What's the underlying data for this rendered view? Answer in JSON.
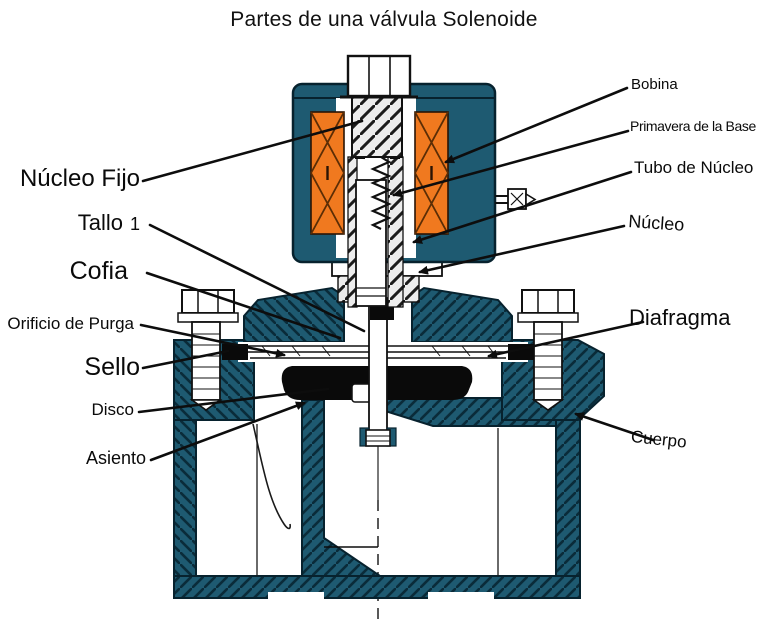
{
  "title": "Partes de una válvula Solenoide",
  "labels": {
    "nucleo_fijo": "Núcleo Fijo",
    "tallo": "Tallo",
    "tallo_mark": "1",
    "cofia": "Cofia",
    "orificio_purga": "Orificio de Purga",
    "sello": "Sello",
    "disco": "Disco",
    "asiento": "Asiento",
    "bobina": "Bobina",
    "primavera_base": "Primavera de la Base",
    "tubo_nucleo": "Tubo de Núcleo",
    "nucleo": "Núcleo",
    "diafragma": "Diafragma",
    "cuerpo": "Cuerpo"
  },
  "colors": {
    "body_teal": "#1E5A71",
    "coil_orange": "#F0791F",
    "hatch_dark": "#0A2B39",
    "gray_fill": "#EDEDED",
    "line_black": "#0D0D0D"
  }
}
